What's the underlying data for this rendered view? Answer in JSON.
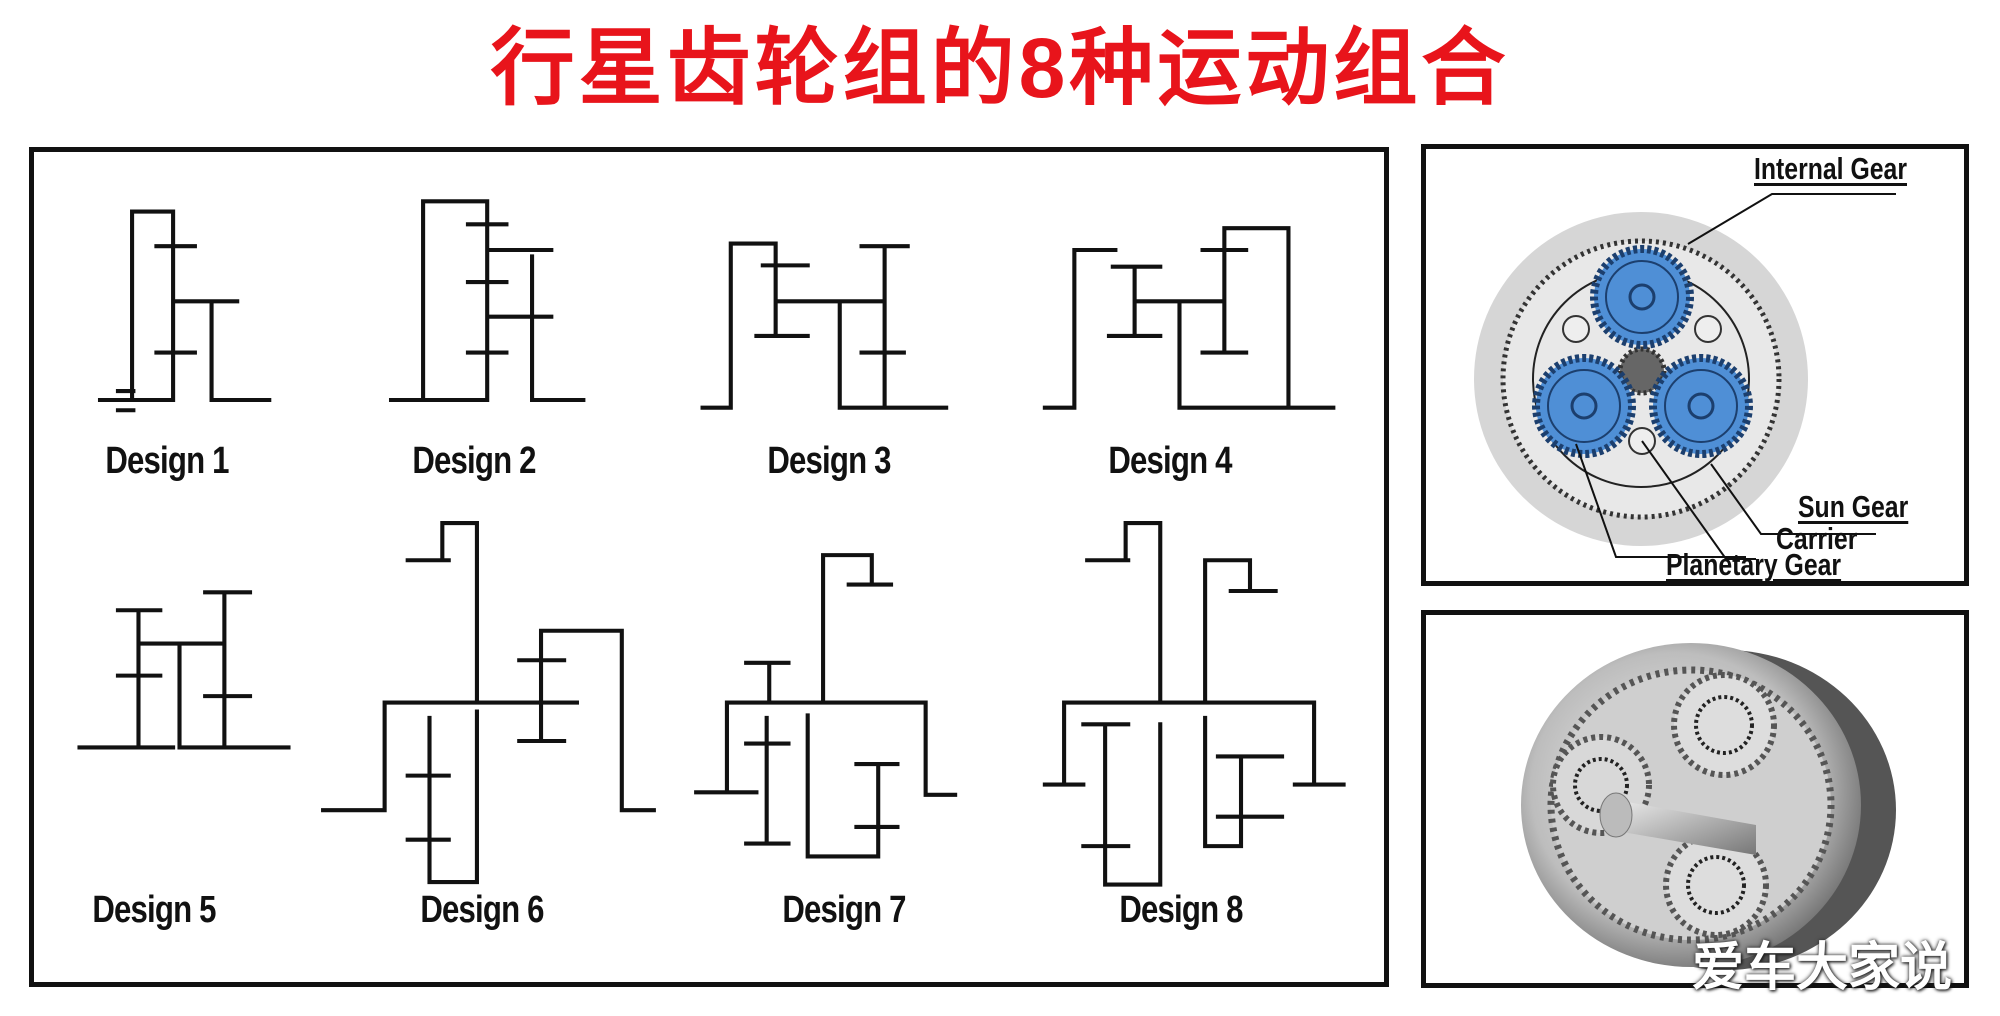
{
  "title": "行星齿轮组的8种运动组合",
  "designs": [
    "Design 1",
    "Design 2",
    "Design 3",
    "Design 4",
    "Design 5",
    "Design 6",
    "Design 7",
    "Design 8"
  ],
  "gear_labels": {
    "internal": "Internal Gear",
    "sun": "Sun Gear",
    "carrier": "Carrier",
    "planetary": "Planetary Gear"
  },
  "watermark": "爱车大家说",
  "colors": {
    "title": "#e8141b",
    "planet": "#4f8fd6",
    "ring": "#d4d4d4"
  }
}
